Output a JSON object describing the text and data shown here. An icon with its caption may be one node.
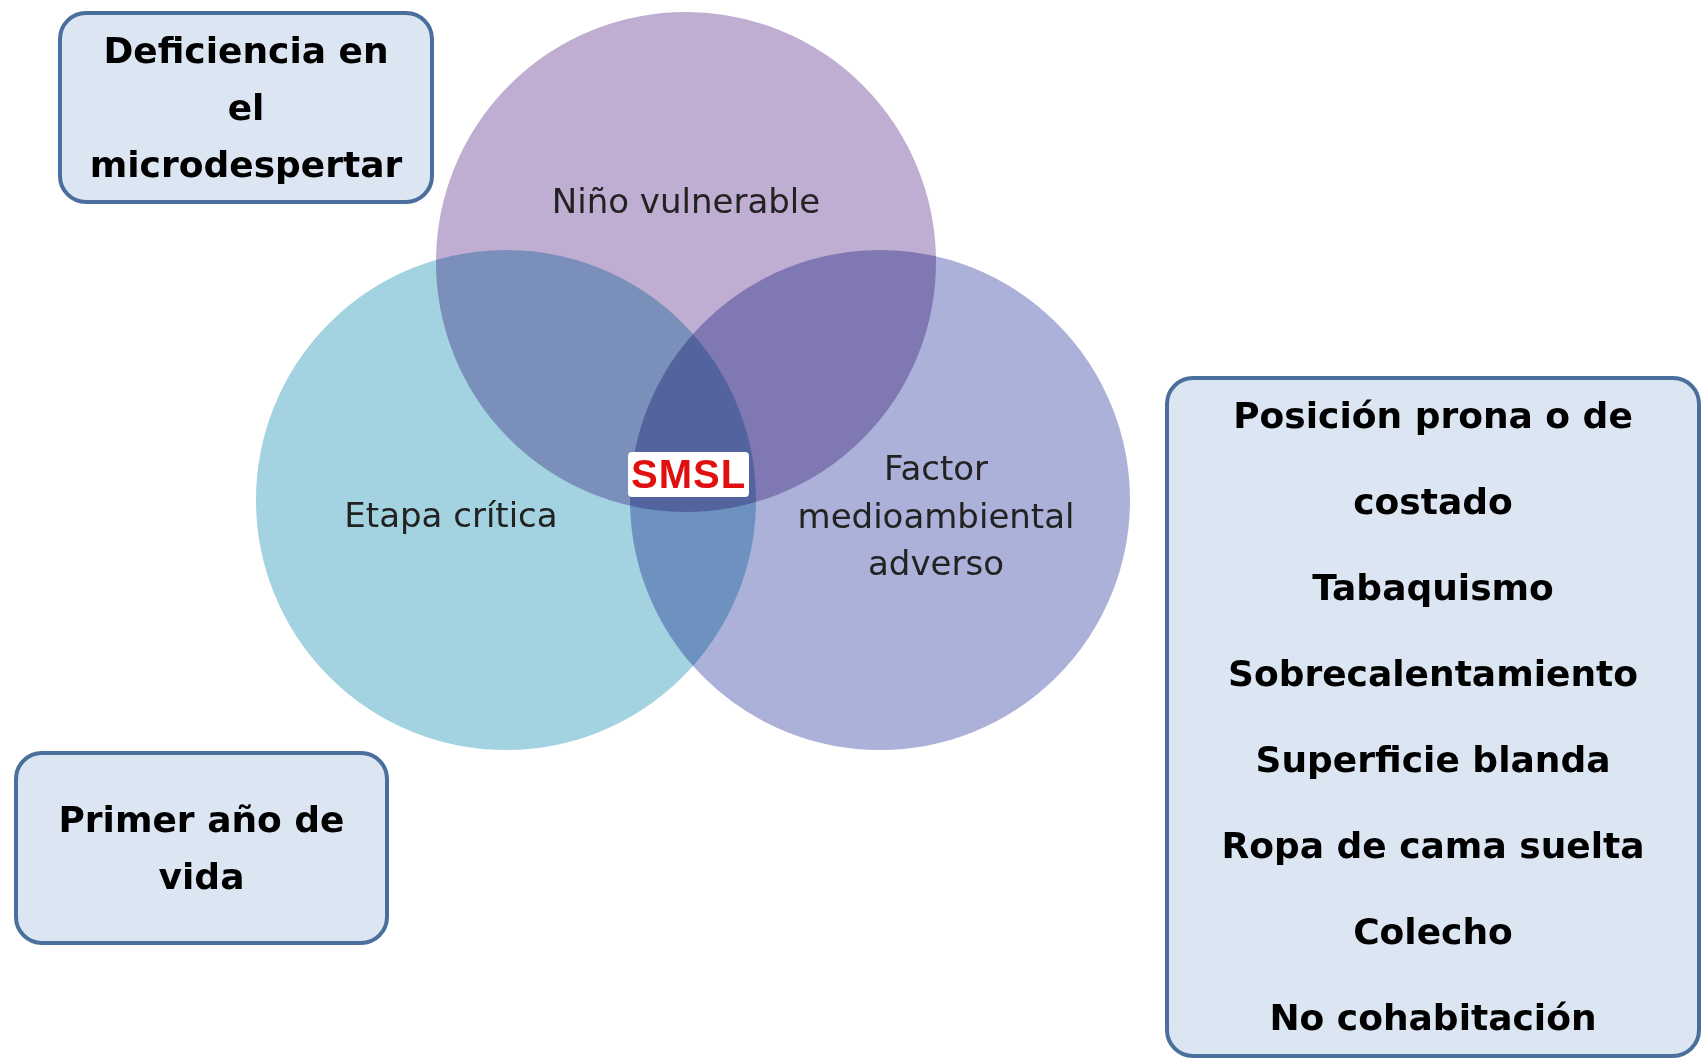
{
  "diagram": {
    "nodes": [
      {
        "text": [
          "Deficiencia en el microdespertar"
        ]
      },
      {
        "text": [
          "Niño vulnerable"
        ]
      },
      {
        "text": [
          "Etapa crítica"
        ]
      },
      {
        "text": [
          "Factor medioambiental adverso"
        ]
      },
      {
        "text": [
          "Primer año de vida"
        ]
      },
      {
        "text": [
          "Posición prona o de costado",
          "Tabaquismo",
          "Sobrecalentamiento",
          "Superficie blanda",
          "Ropa de cama suelta",
          "Colecho",
          "No cohabitación"
        ]
      }
    ],
    "labels": [
      "SMSL"
    ]
  }
}
